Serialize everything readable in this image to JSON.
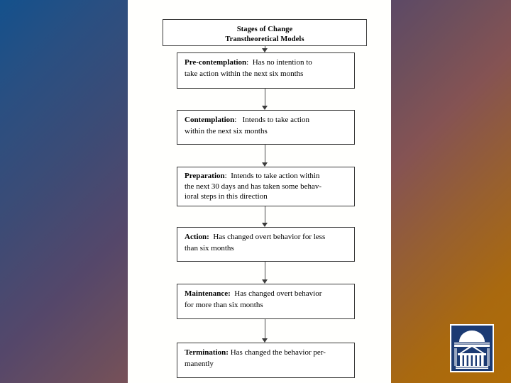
{
  "slide": {
    "background_gradient": {
      "from": "#14518c",
      "mid": "#7d5a5a",
      "to": "#ad6a0a",
      "direction": "diagonal-top-left-to-bottom-right"
    },
    "panel_color": "#fffffd"
  },
  "diagram": {
    "type": "flowchart",
    "orientation": "vertical",
    "title_box": {
      "line1": "Stages of Change",
      "line2": "Transtheoretical Models"
    },
    "stages": [
      {
        "label": "Pre-contemplation",
        "separator": ":",
        "lines": [
          "Has no intention to",
          "take action within the next six months"
        ],
        "text": "Pre-contemplation:  Has no intention to take action within the next six months"
      },
      {
        "label": "Contemplation",
        "separator": ":",
        "lines": [
          "Intends to take action",
          "within the next six months"
        ],
        "text": "Contemplation:   Intends to take action within the next six months"
      },
      {
        "label": "Preparation",
        "separator": ":",
        "lines": [
          "Intends to take action within",
          "the next 30 days and has taken some behav-",
          "ioral steps in this direction"
        ],
        "text": "Preparation:  Intends to take action within the next 30 days and has taken some behavioral steps in this direction"
      },
      {
        "label": "Action:",
        "separator": "",
        "lines": [
          "Has changed overt behavior for less",
          "than six months"
        ],
        "text": "Action:  Has changed overt behavior for less than six months"
      },
      {
        "label": "Maintenance:",
        "separator": "",
        "lines": [
          "Has changed overt behavior",
          "for more than six months"
        ],
        "text": "Maintenance:  Has changed overt behavior for more than six months"
      },
      {
        "label": "Termination:",
        "separator": "",
        "lines": [
          "Has changed the behavior per-",
          "manently"
        ],
        "text": "Termination: Has changed the behavior permanently"
      }
    ]
  },
  "logo": {
    "name": "uva-rotunda-logo",
    "primary_color": "#1b3a73",
    "secondary_color": "#ffffff"
  }
}
